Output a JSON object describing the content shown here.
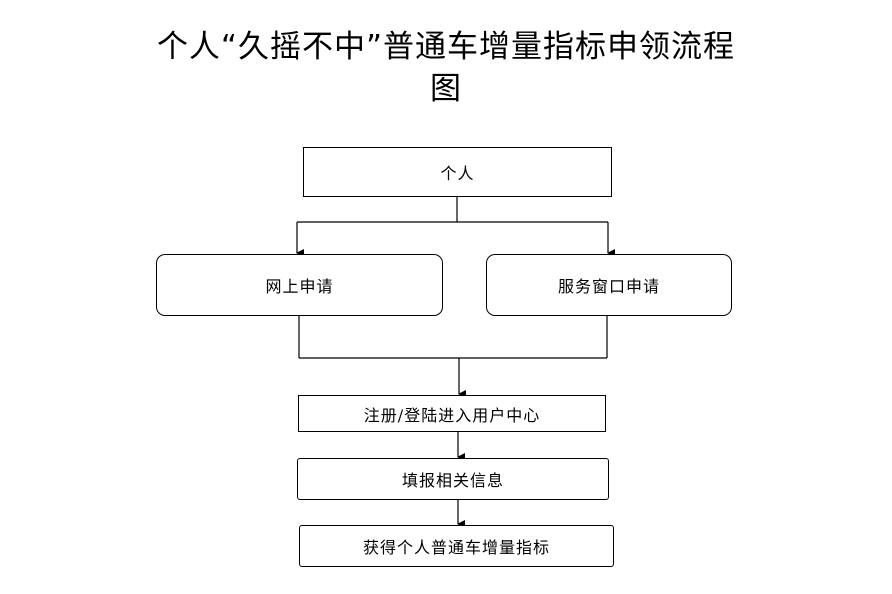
{
  "title": {
    "line1": "个人“久摇不中”普通车增量指标申领流程",
    "line2": "图"
  },
  "flow": {
    "start": "个人",
    "online": "网上申请",
    "counter": "服务窗口申请",
    "register": "注册/登陆进入用户中心",
    "fill": "填报相关信息",
    "obtain": "获得个人普通车增量指标"
  }
}
